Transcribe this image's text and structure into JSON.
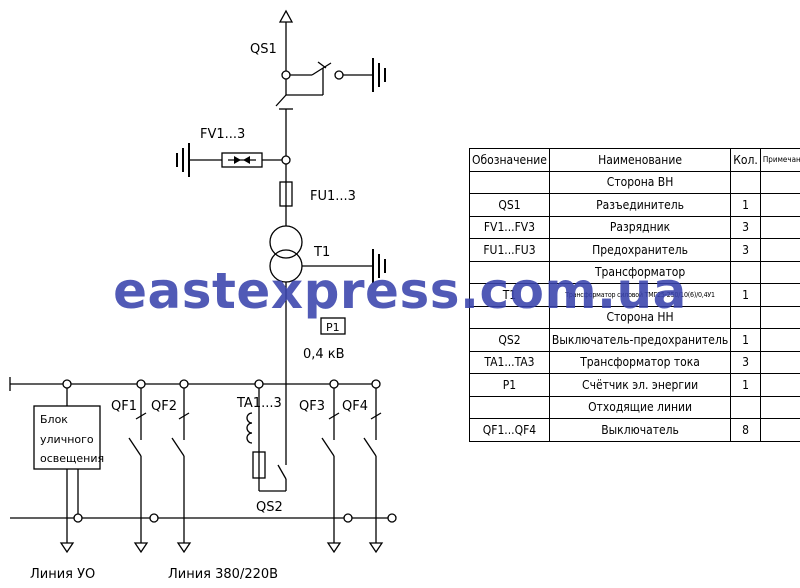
{
  "schematic": {
    "labels": {
      "qs1": "QS1",
      "fv": "FV1...3",
      "fu": "FU1...3",
      "t1": "T1",
      "p1": "P1",
      "voltage": "0,4 кВ",
      "qf1": "QF1",
      "qf2": "QF2",
      "ta": "TA1...3",
      "qf3": "QF3",
      "qf4": "QF4",
      "qs2": "QS2",
      "block_line1": "Блок",
      "block_line2": "уличного",
      "block_line3": "освещения",
      "line_uo": "Линия УО",
      "line_main": "Линия 380/220В"
    }
  },
  "spec_table": {
    "headers": [
      "Обозначение",
      "Наименование",
      "Кол.",
      "Примечания"
    ],
    "rows": [
      {
        "type": "section",
        "name": "Сторона ВН"
      },
      {
        "type": "item",
        "designation": "QS1",
        "name": "Разъединитель",
        "qty": "1",
        "note": ""
      },
      {
        "type": "item",
        "designation": "FV1...FV3",
        "name": "Разрядник",
        "qty": "3",
        "note": ""
      },
      {
        "type": "item",
        "designation": "FU1...FU3",
        "name": "Предохранитель",
        "qty": "3",
        "note": ""
      },
      {
        "type": "section",
        "name": "Трансформатор"
      },
      {
        "type": "item",
        "designation": "T1",
        "name": "Трансформатор силовой ТМГ25-250/10(6)/0,4У1",
        "qty": "1",
        "note": "",
        "small": true
      },
      {
        "type": "section",
        "name": "Сторона НН"
      },
      {
        "type": "item",
        "designation": "QS2",
        "name": "Выключатель-предохранитель",
        "qty": "1",
        "note": ""
      },
      {
        "type": "item",
        "designation": "TA1...TA3",
        "name": "Трансформатор тока",
        "qty": "3",
        "note": ""
      },
      {
        "type": "item",
        "designation": "P1",
        "name": "Счётчик эл. энергии",
        "qty": "1",
        "note": ""
      },
      {
        "type": "section",
        "name": "Отходящие линии"
      },
      {
        "type": "item",
        "designation": "QF1...QF4",
        "name": "Выключатель",
        "qty": "8",
        "note": ""
      }
    ]
  },
  "watermark": "eastexpress.com.ua"
}
